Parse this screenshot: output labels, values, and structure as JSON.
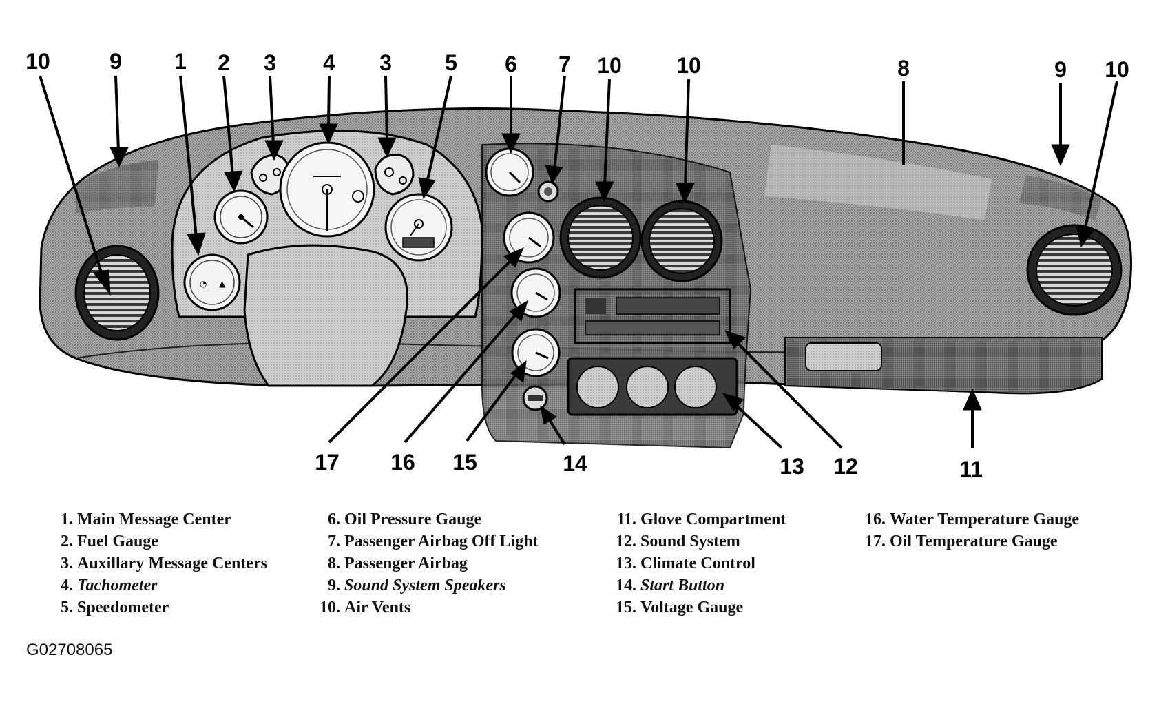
{
  "callouts": {
    "c10a": "10",
    "c9a": "9",
    "c1": "1",
    "c2": "2",
    "c3a": "3",
    "c4": "4",
    "c3b": "3",
    "c5": "5",
    "c6": "6",
    "c7": "7",
    "c10b": "10",
    "c10c": "10",
    "c8": "8",
    "c9b": "9",
    "c10d": "10",
    "c17": "17",
    "c16": "16",
    "c15": "15",
    "c14": "14",
    "c13": "13",
    "c12": "12",
    "c11": "11"
  },
  "legend": {
    "col1": [
      {
        "num": "1.",
        "label": "Main Message Center"
      },
      {
        "num": "2.",
        "label": "Fuel Gauge"
      },
      {
        "num": "3.",
        "label": "Auxillary Message Centers"
      },
      {
        "num": "4.",
        "label": "Tachometer"
      },
      {
        "num": "5.",
        "label": "Speedometer"
      }
    ],
    "col2": [
      {
        "num": "6.",
        "label": "Oil Pressure Gauge"
      },
      {
        "num": "7.",
        "label": "Passenger Airbag Off Light"
      },
      {
        "num": "8.",
        "label": "Passenger Airbag"
      },
      {
        "num": "9.",
        "label": "Sound System Speakers"
      },
      {
        "num": "10.",
        "label": "Air Vents"
      }
    ],
    "col3": [
      {
        "num": "11.",
        "label": "Glove Compartment"
      },
      {
        "num": "12.",
        "label": "Sound System"
      },
      {
        "num": "13.",
        "label": "Climate Control"
      },
      {
        "num": "14.",
        "label": "Start Button"
      },
      {
        "num": "15.",
        "label": "Voltage Gauge"
      }
    ],
    "col4": [
      {
        "num": "16.",
        "label": "Water Temperature Gauge"
      },
      {
        "num": "17.",
        "label": "Oil Temperature Gauge"
      }
    ]
  },
  "figure_id": "G02708065",
  "colors": {
    "dash_fill": "#9a9a9a",
    "dash_dark": "#6f6f6f",
    "dash_light": "#c4c4c4",
    "gauge_face": "#f4f4f4",
    "ink": "#000000"
  }
}
